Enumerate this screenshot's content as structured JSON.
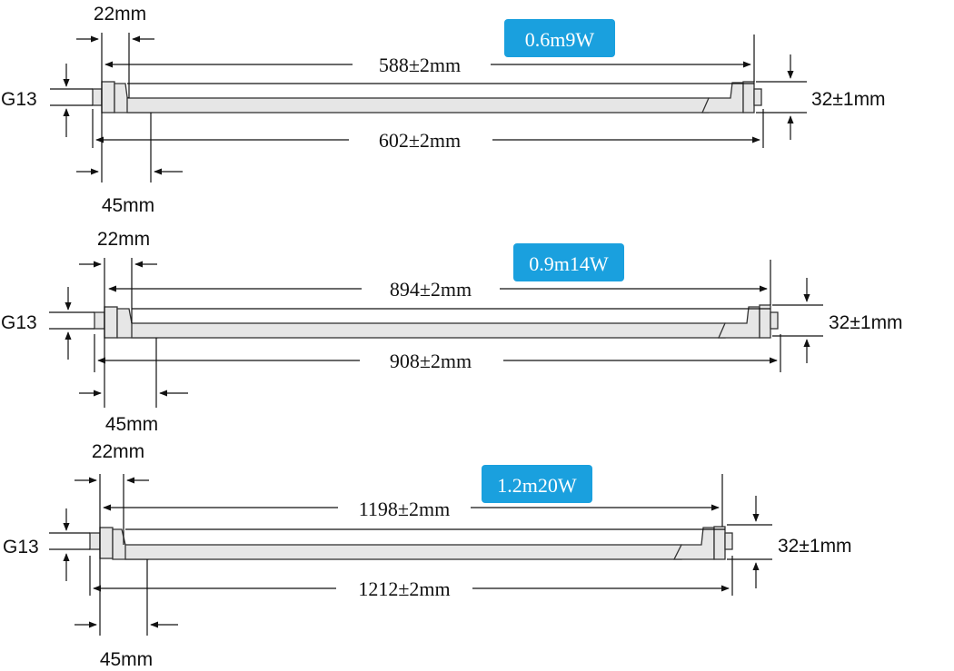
{
  "tubes": [
    {
      "badge": "0.6m9W",
      "inner_length": "588±2mm",
      "outer_length": "602±2mm",
      "end_cap_width": "22mm",
      "holder_width": "45mm",
      "pin_type": "G13",
      "diameter": "32±1mm"
    },
    {
      "badge": "0.9m14W",
      "inner_length": "894±2mm",
      "outer_length": "908±2mm",
      "end_cap_width": "22mm",
      "holder_width": "45mm",
      "pin_type": "G13",
      "diameter": "32±1mm"
    },
    {
      "badge": "1.2m20W",
      "inner_length": "1198±2mm",
      "outer_length": "1212±2mm",
      "end_cap_width": "22mm",
      "holder_width": "45mm",
      "pin_type": "G13",
      "diameter": "32±1mm"
    }
  ],
  "colors": {
    "badge_background": "#1aa0de",
    "badge_text": "#ffffff",
    "line": "#111111",
    "tube_fill": "#e6e6e6",
    "tube_outline": "#333333"
  }
}
